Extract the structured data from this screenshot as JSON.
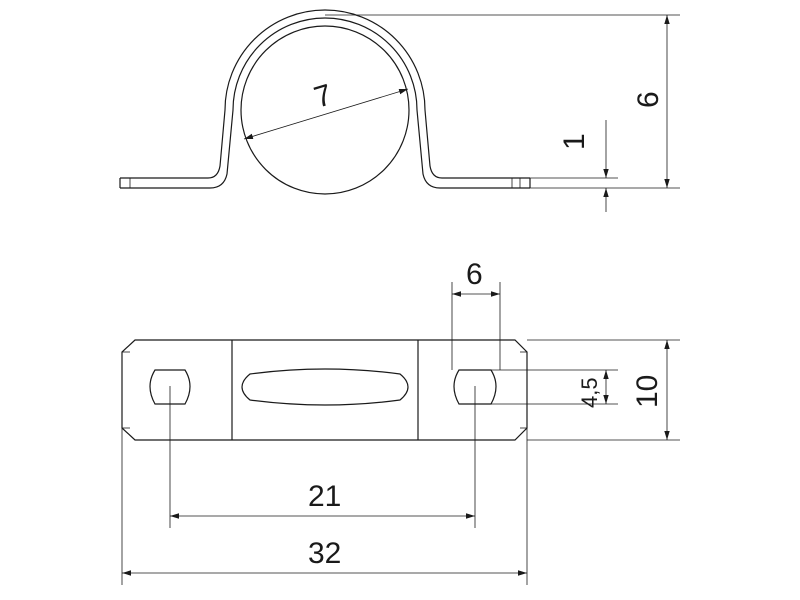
{
  "drawing": {
    "dimensions": {
      "circle_diameter": "7",
      "clip_height": "6",
      "material_thickness": "1",
      "hole_width": "6",
      "slot_height": "4,5",
      "plate_height": "10",
      "hole_spacing": "21",
      "overall_length": "32"
    }
  }
}
